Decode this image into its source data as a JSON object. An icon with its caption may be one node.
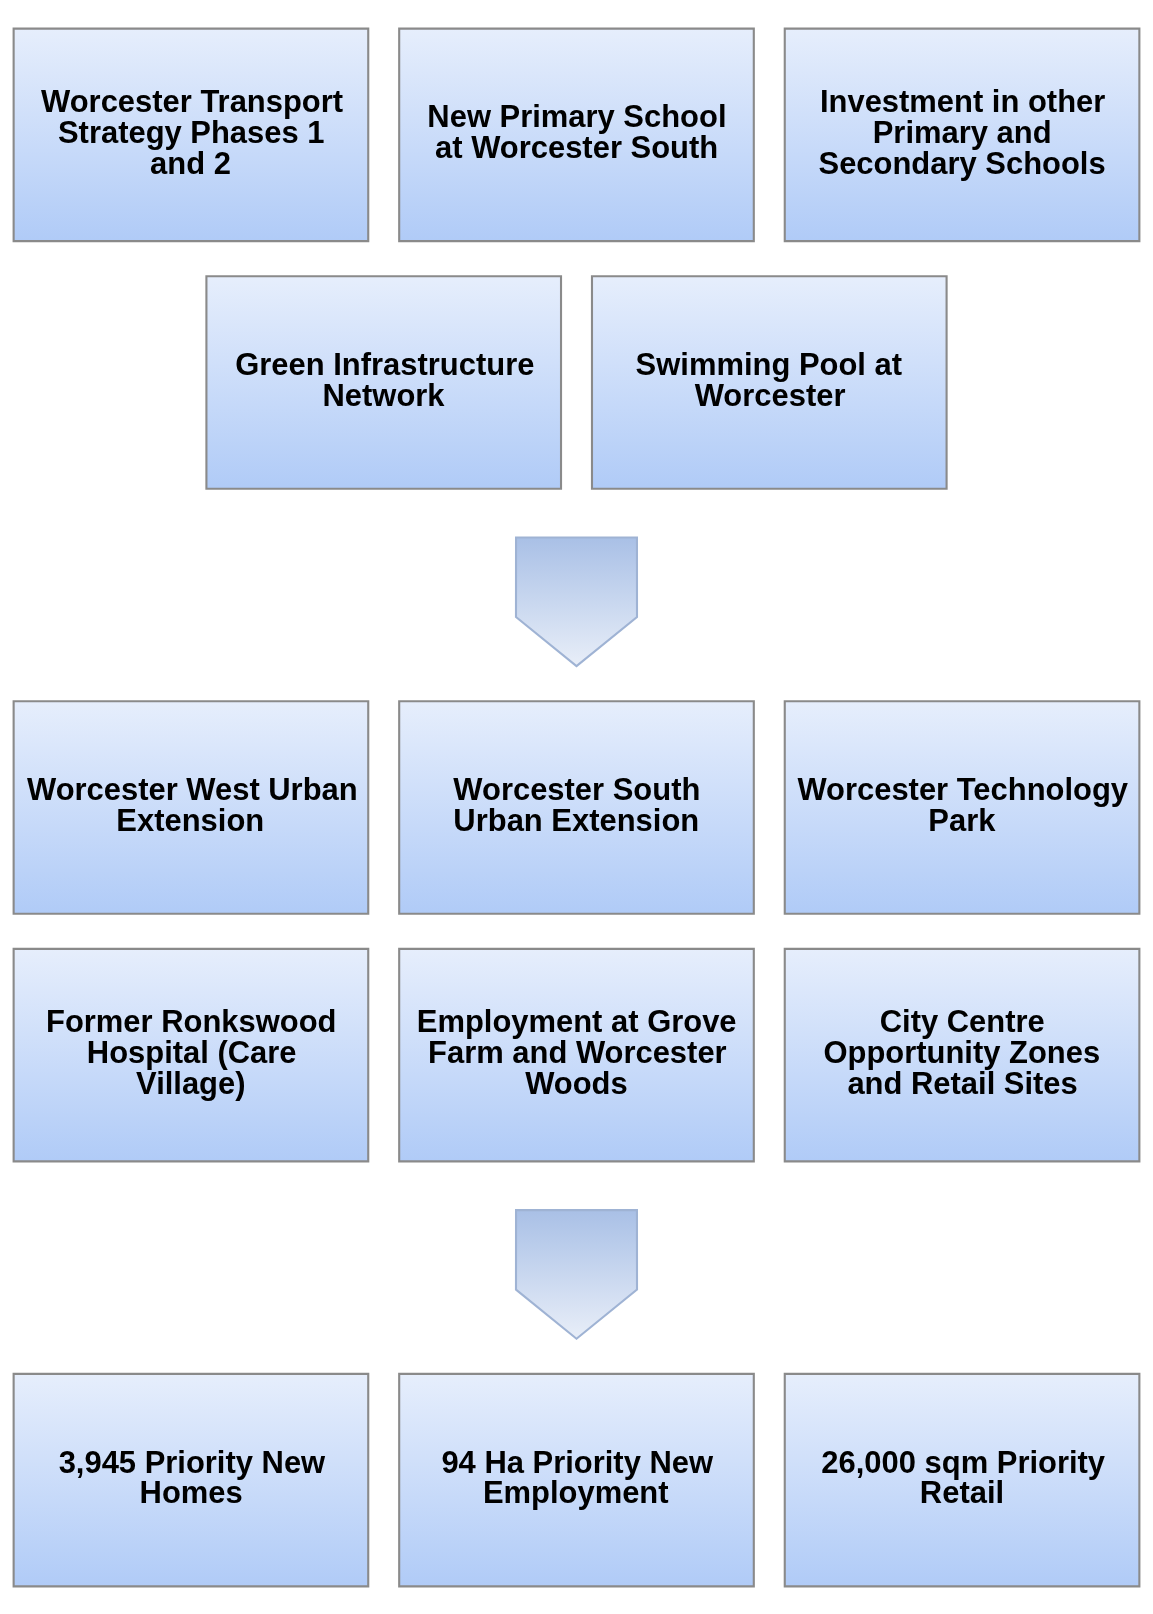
{
  "diagram": {
    "nodes": [
      {
        "text": [
          "Worcester Transport Strategy Phases 1 and 2"
        ]
      },
      {
        "text": [
          "New Primary School at Worcester South"
        ]
      },
      {
        "text": [
          "Investment in other Primary and Secondary Schools"
        ]
      },
      {
        "text": [
          "Green Infrastructure Network"
        ]
      },
      {
        "text": [
          "Swimming Pool at Worcester"
        ]
      },
      {
        "text": [],
        "shape": "arrow"
      },
      {
        "text": [
          "Worcester West Urban Extension"
        ]
      },
      {
        "text": [
          "Worcester South Urban Extension"
        ]
      },
      {
        "text": [
          "Worcester Technology Park"
        ]
      },
      {
        "text": [
          "Former Ronkswood Hospital (Care Village)"
        ]
      },
      {
        "text": [
          "Employment at Grove Farm and Worcester Woods"
        ]
      },
      {
        "text": [
          "City Centre Opportunity Zones and Retail Sites"
        ]
      },
      {
        "text": [],
        "shape": "arrow"
      },
      {
        "text": [
          "3,945 Priority New Homes"
        ]
      },
      {
        "text": [
          "94 Ha Priority New Employment"
        ]
      },
      {
        "text": [
          "26,000 sqm Priority Retail"
        ]
      }
    ]
  }
}
